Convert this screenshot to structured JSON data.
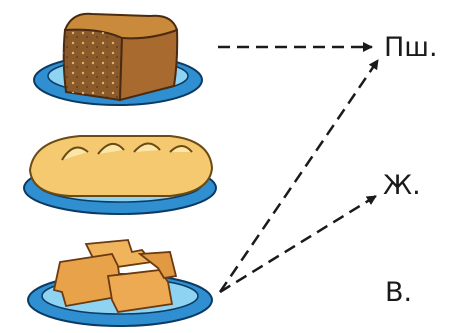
{
  "labels": {
    "top": "Пш.",
    "middle": "Ж.",
    "bottom": "В."
  },
  "colors": {
    "plate_rim": "#2f8fd0",
    "plate_inner": "#8fd3f3",
    "plate_outline": "#0b3a63",
    "arrow": "#1a1a1a",
    "rye_bread": "#8b5a2b",
    "rye_crust": "#c98a3c",
    "loaf": "#f4c970",
    "crackers": "#e8a24a"
  },
  "icons": [
    "rye-bread-icon",
    "white-loaf-icon",
    "crackers-icon"
  ]
}
